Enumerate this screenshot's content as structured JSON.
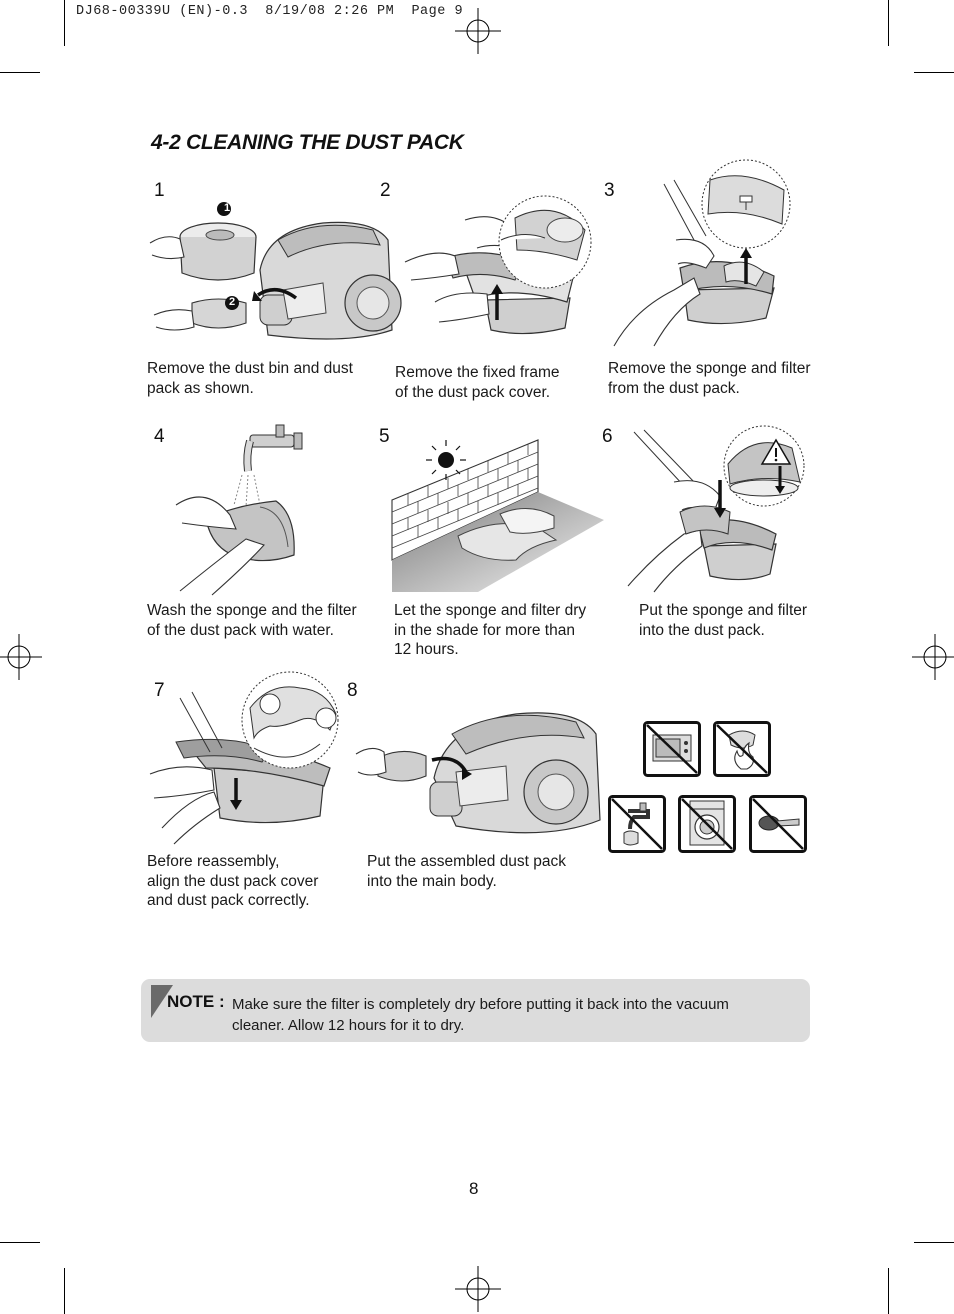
{
  "header": {
    "slug": "DJ68-00339U (EN)-0.3  8/19/08 2:26 PM  Page 9"
  },
  "section": {
    "title": "4-2 CLEANING THE DUST PACK"
  },
  "steps": [
    {
      "number": "1",
      "caption": "Remove the dust bin and dust\npack as shown.",
      "markers": [
        "1",
        "2"
      ]
    },
    {
      "number": "2",
      "caption": "Remove the fixed frame\nof the dust pack cover."
    },
    {
      "number": "3",
      "caption": "Remove the sponge and filter\nfrom the dust pack."
    },
    {
      "number": "4",
      "caption": "Wash the sponge and the filter\nof the dust pack with water."
    },
    {
      "number": "5",
      "caption": "Let the sponge and filter dry\nin the shade for more than\n12 hours."
    },
    {
      "number": "6",
      "caption": "Put the sponge and filter\ninto the dust pack."
    },
    {
      "number": "7",
      "caption": "Before reassembly,\nalign the dust pack cover\nand dust pack correctly."
    },
    {
      "number": "8",
      "caption": "Put the assembled dust pack\ninto the main body."
    }
  ],
  "prohibited_icons": [
    "no-microwave-icon",
    "no-fire-icon",
    "no-hot-water-icon",
    "no-washing-machine-icon",
    "no-brush-icon"
  ],
  "note": {
    "label": "NOTE :",
    "text": "Make sure the filter is completely dry before putting it back into the vacuum cleaner. Allow 12 hours for it to dry."
  },
  "footer": {
    "page_number": "8"
  }
}
